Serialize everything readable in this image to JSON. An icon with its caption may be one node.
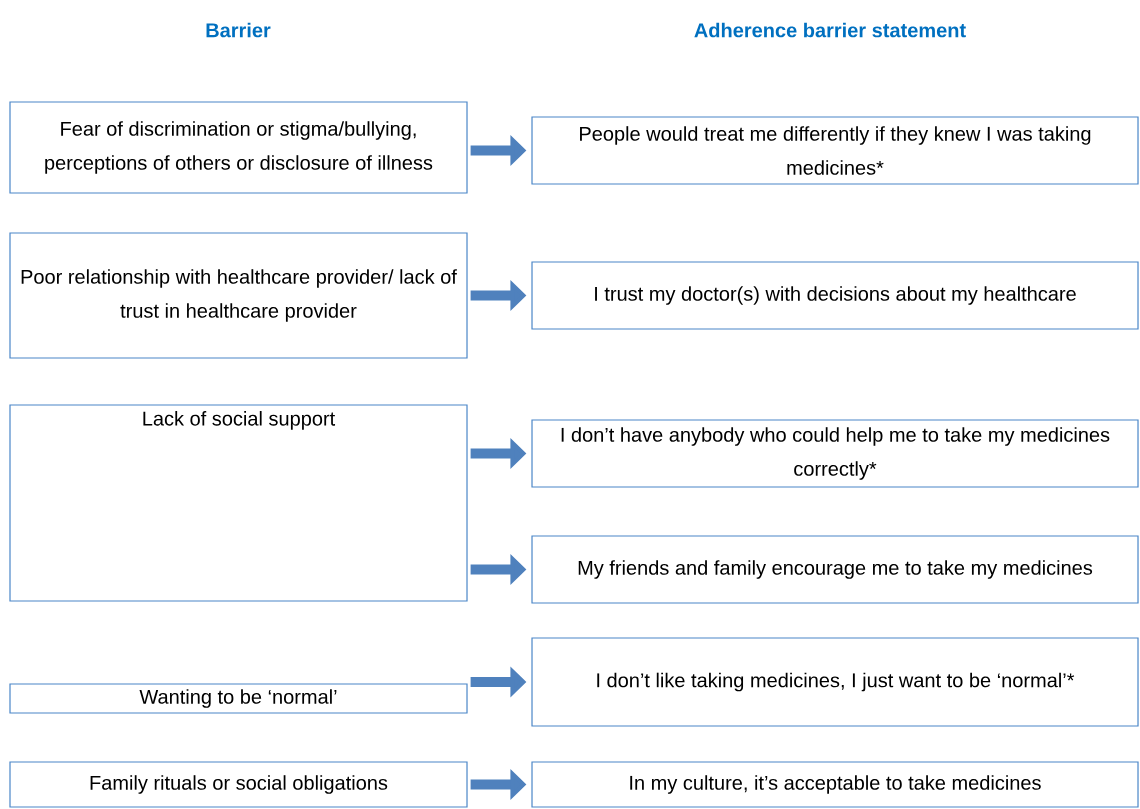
{
  "diagram": {
    "nodes": [
      {
        "text": [
          "Fear of discrimination or stigma/bullying, perceptions of others or disclosure of illness"
        ]
      },
      {
        "text": [
          "People would treat me differently if they knew I was taking medicines*"
        ]
      },
      {
        "text": [
          "Poor relationship with healthcare provider/ lack of trust in healthcare provider"
        ]
      },
      {
        "text": [
          "I trust my doctor(s) with decisions about my healthcare"
        ]
      },
      {
        "text": [
          "Lack of social support"
        ]
      },
      {
        "text": [
          "I don’t have anybody who could help me to take my medicines correctly*"
        ]
      },
      {
        "text": [
          "My friends and family encourage me to take my medicines"
        ]
      },
      {
        "text": [
          "Wanting to be ‘normal’"
        ]
      },
      {
        "text": [
          "I don’t like taking medicines, I just want to be ‘normal’*"
        ]
      },
      {
        "text": [
          "Family rituals or social obligations"
        ]
      },
      {
        "text": [
          "In my culture, it’s acceptable to take medicines"
        ]
      }
    ],
    "edges": [
      {
        "from": 0,
        "to": 1,
        "arrow": "to"
      },
      {
        "from": 2,
        "to": 3,
        "arrow": "to"
      },
      {
        "from": 4,
        "to": 5,
        "arrow": "to"
      },
      {
        "from": 4,
        "to": 6,
        "arrow": "to"
      },
      {
        "from": 7,
        "to": 8,
        "arrow": "to"
      },
      {
        "from": 9,
        "to": 10,
        "arrow": "to"
      }
    ],
    "labels": [
      "Barrier",
      "Adherence barrier statement"
    ]
  }
}
